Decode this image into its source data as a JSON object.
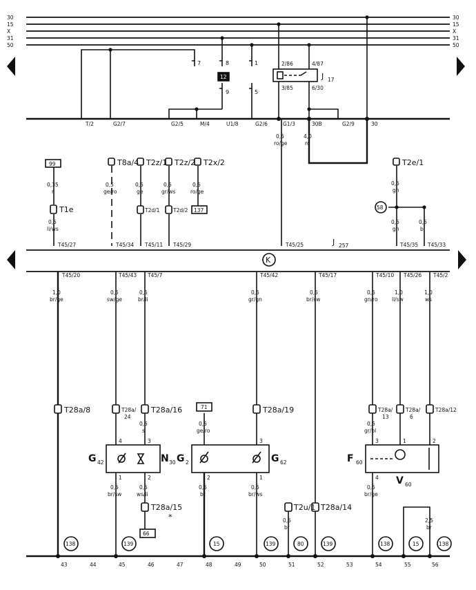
{
  "bus_lines": [
    "30",
    "15",
    "X",
    "31",
    "50"
  ],
  "top_labels": {
    "t2": "T/2",
    "g27": "G2/7",
    "g25": "G2/5",
    "m4": "M/4",
    "u18": "U1/8",
    "g26": "G2/6",
    "g13": "G1/3",
    "l30b": "30B",
    "g29": "G2/9",
    "l30": "30",
    "p7": "7",
    "p8": "8",
    "p1": "1",
    "p9": "9",
    "p5": "5",
    "relay_box": "12",
    "j17": "J",
    "j17sub": "17",
    "r286": "2/86",
    "r487": "4/87",
    "r385": "3/85",
    "r630": "6/30"
  },
  "mid": {
    "b99": "99",
    "t8a4": "T8a/4",
    "t2z1": "T2z/1",
    "t2z2": "T2z/2",
    "t2x2": "T2x/2",
    "t2e1": "T2e/1",
    "t1e": "T1e",
    "t2d1": "T2d/1",
    "t2d2": "T2d/2",
    "b137": "137",
    "c58": "58",
    "w035": "0,35",
    "wr1": "r",
    "w05": "0,5",
    "wliws": "li/ws",
    "wgero": "ge/ro",
    "wge": "ge",
    "wgrws": "gr/ws",
    "wroge": "ro/ge",
    "wroge2": "ro/ge",
    "w40": "4,0",
    "wro": "ro",
    "wgn": "gn",
    "wbl": "bl",
    "t4527": "T45/27",
    "t4534": "T45/34",
    "t4511": "T45/11",
    "t4529": "T45/29",
    "t4525": "T45/25",
    "j257": "J",
    "j257sub": "257",
    "t4535": "T45/35",
    "t4533": "T45/33",
    "k": "K"
  },
  "lower": {
    "t4520": "T45/20",
    "t4543": "T45/43",
    "t457": "T45/7",
    "t4542": "T45/42",
    "t4517": "T45/17",
    "t4510": "T45/10",
    "t4526": "T45/26",
    "t452": "T45/2",
    "w10": "1,0",
    "w05": "0,5",
    "wbrge": "br/ge",
    "wswge": "sw/ge",
    "wbrli": "br/li",
    "wgrgn": "gr/gn",
    "wbrsw": "br/sw",
    "wgnro": "gn/ro",
    "wlisw": "li/sw",
    "wws": "ws",
    "t28a8": "T28a/8",
    "t28a24": "T28a/",
    "n24": "24",
    "t28a16": "T28a/16",
    "b71": "71",
    "t28a19": "T28a/19",
    "t28a13": "T28a/",
    "n13": "13",
    "t28a6": "T28a/",
    "n6": "6",
    "t28a12": "T28a/12",
    "wgero": "ge/ro",
    "ws": "s",
    "wgrbl": "gr/bl",
    "g42": "G",
    "g42sub": "42",
    "n30": "N",
    "n30sub": "30",
    "g2": "G",
    "g2sub": "2",
    "g62": "G",
    "g62sub": "62",
    "f60": "F",
    "f60sub": "60",
    "v60": "V",
    "v60sub": "60",
    "wbrsw2": "br/sw",
    "wwsli": "ws/li",
    "wbr": "br",
    "wbrws": "br/ws",
    "wbrge2": "br/ge",
    "t28a15": "T28a/15",
    "b66": "66",
    "t2u1": "T2u/1",
    "t28a14": "T28a/14",
    "w25": "2,5",
    "star": "*",
    "pin4": "4",
    "pin3": "3",
    "pin1": "1",
    "pin2": "2",
    "c138a": "138",
    "c139a": "139",
    "c15a": "15",
    "c139b": "139",
    "c80": "80",
    "c139c": "139",
    "c138b": "138",
    "c15b": "15",
    "c138c": "138"
  },
  "columns": [
    "43",
    "44",
    "45",
    "46",
    "47",
    "48",
    "49",
    "50",
    "51",
    "52",
    "53",
    "54",
    "55",
    "56"
  ]
}
